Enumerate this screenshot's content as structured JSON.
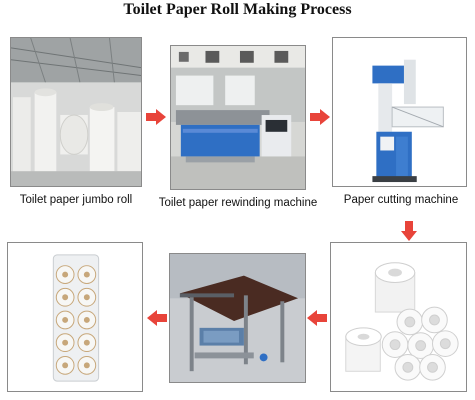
{
  "title": "Toilet Paper Roll Making Process",
  "steps": [
    {
      "caption": "Toilet paper jumbo roll",
      "image": "jumbo-roll-warehouse-photo"
    },
    {
      "caption": "Toilet paper rewinding machine",
      "image": "rewinding-machine-photo"
    },
    {
      "caption": "Paper cutting machine",
      "image": "band-saw-cutting-machine-photo"
    },
    {
      "caption": "",
      "image": "cut-toilet-rolls-photo"
    },
    {
      "caption": "",
      "image": "packing-sealing-table-photo"
    },
    {
      "caption": "",
      "image": "packaged-toilet-rolls-photo"
    }
  ],
  "arrow_icon": "red-arrow-icon",
  "colors": {
    "arrow": "#e8443a",
    "machine_blue": "#2f6fc4",
    "frame": "#8a8a8a"
  }
}
